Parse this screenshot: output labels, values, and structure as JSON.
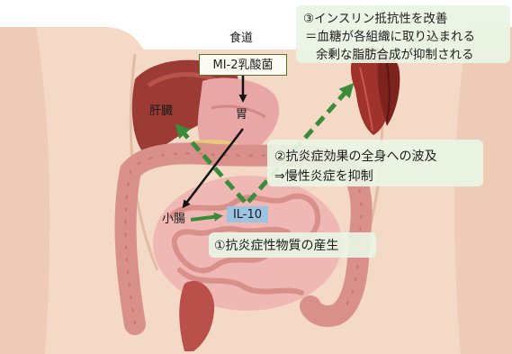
{
  "labels": {
    "esophagus": "食道",
    "stomach": "胃",
    "liver": "肝臓",
    "small_intestine": "小腸"
  },
  "boxes": {
    "bacteria": "MI-2乳酸菌",
    "cytokine": "IL-10"
  },
  "steps": {
    "step1": "①抗炎症性物質の産生",
    "step2_line1": "②抗炎症効果の全身への波及",
    "step2_line2": "⇒慢性炎症を抑制",
    "step3_line1": "③インスリン抵抗性を改善",
    "step3_line2": "＝血糖が各組織に取り込まれる",
    "step3_line3": "余剰な脂肪合成が抑制される"
  },
  "colors": {
    "arrow_green": "#3a8c3a",
    "arrow_black": "#111111",
    "note_bg": "#e9f4e4",
    "il10_bg": "#9cc4e2",
    "bacteria_border": "#5c6f2c"
  }
}
